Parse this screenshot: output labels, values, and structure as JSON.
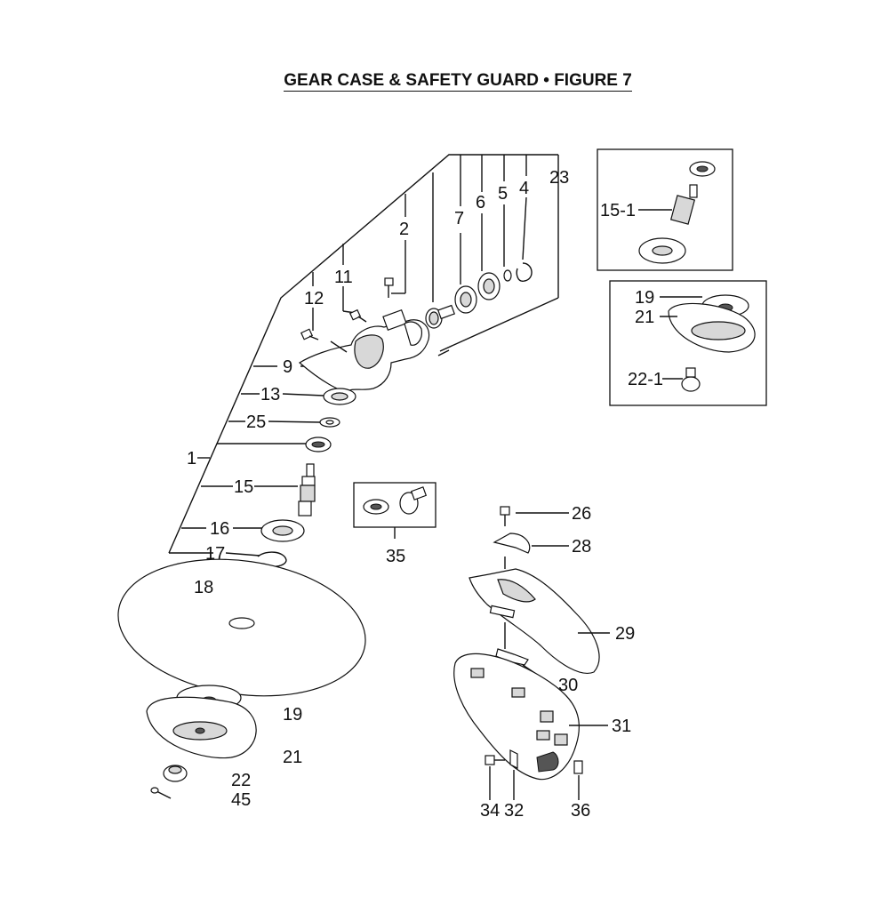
{
  "title": "GEAR CASE & SAFETY GUARD • FIGURE 7",
  "callouts": {
    "c1": "1",
    "c2": "2",
    "c4": "4",
    "c5": "5",
    "c6": "6",
    "c7": "7",
    "c9": "9",
    "c11": "11",
    "c12": "12",
    "c13": "13",
    "c15": "15",
    "c15_1": "15-1",
    "c16": "16",
    "c17": "17",
    "c18": "18",
    "c19a": "19",
    "c19b": "19",
    "c21a": "21",
    "c21b": "21",
    "c22": "22",
    "c22_1": "22-1",
    "c23": "23",
    "c25": "25",
    "c26": "26",
    "c28": "28",
    "c29": "29",
    "c30": "30",
    "c31": "31",
    "c32": "32",
    "c34": "34",
    "c35": "35",
    "c36": "36",
    "c45": "45"
  }
}
